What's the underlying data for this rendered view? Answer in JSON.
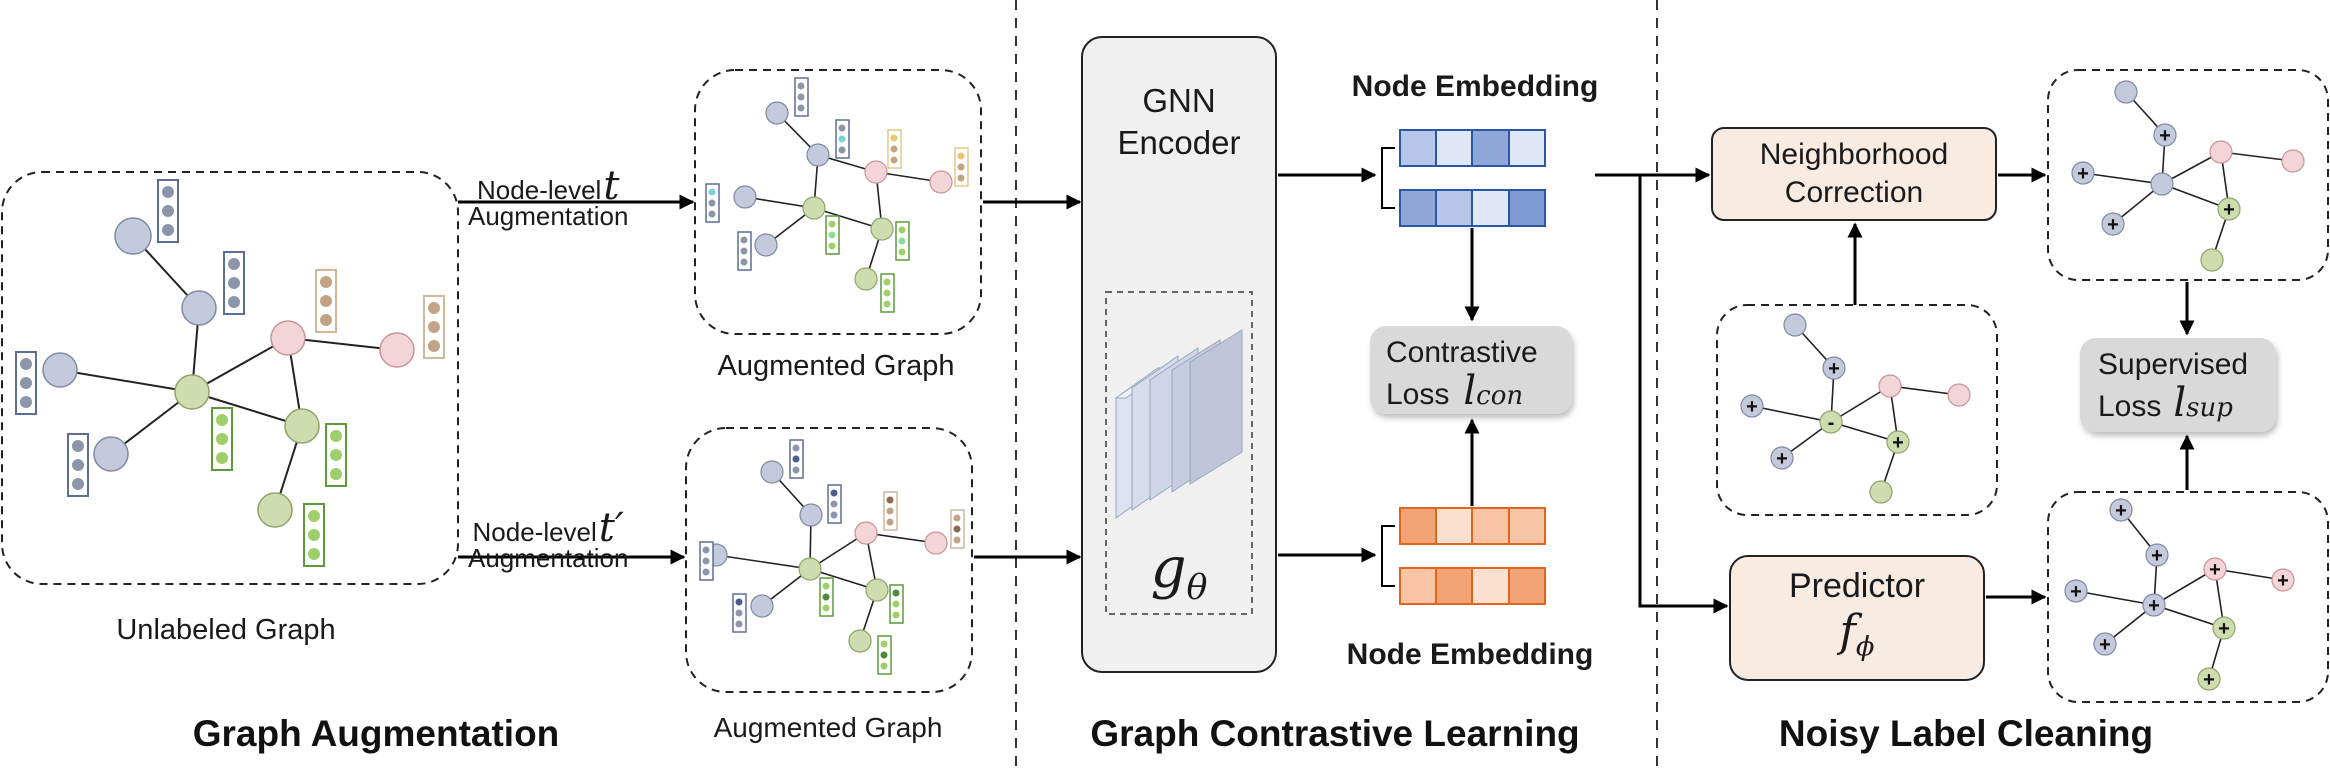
{
  "labels": {
    "node_level": "Node-level",
    "augmentation": "Augmentation",
    "var_t": "t",
    "var_t_prime": "t′",
    "augmented_graph": "Augmented Graph",
    "unlabeled_graph": "Unlabeled Graph",
    "gnn_line1": "GNN",
    "gnn_line2": "Encoder",
    "g_theta_base": "g",
    "g_theta_sub": "θ",
    "node_embedding": "Node Embedding",
    "contrastive": "Contrastive",
    "loss": "Loss",
    "l_base": "l",
    "con_sub": "con",
    "neighborhood": "Neighborhood",
    "correction": "Correction",
    "supervised": "Supervised",
    "sup_sub": "sup",
    "predictor": "Predictor",
    "f_base": "f",
    "phi_sub": "ϕ",
    "plus": "+",
    "minus": "-"
  },
  "sections": {
    "graph_augmentation": "Graph Augmentation",
    "graph_contrastive_learning": "Graph Contrastive Learning",
    "noisy_label_cleaning": "Noisy Label Cleaning"
  },
  "colors": {
    "node_blue": "#c3cadb",
    "node_green": "#cfdcb0",
    "node_pink": "#f3d4d8",
    "embed_blue": "#8ea7d8",
    "embed_orange": "#f2a477",
    "box_peach": "#f8ebe2",
    "loss_gray": "#d9d9d9",
    "encoder_gray": "#f0f0f0"
  }
}
